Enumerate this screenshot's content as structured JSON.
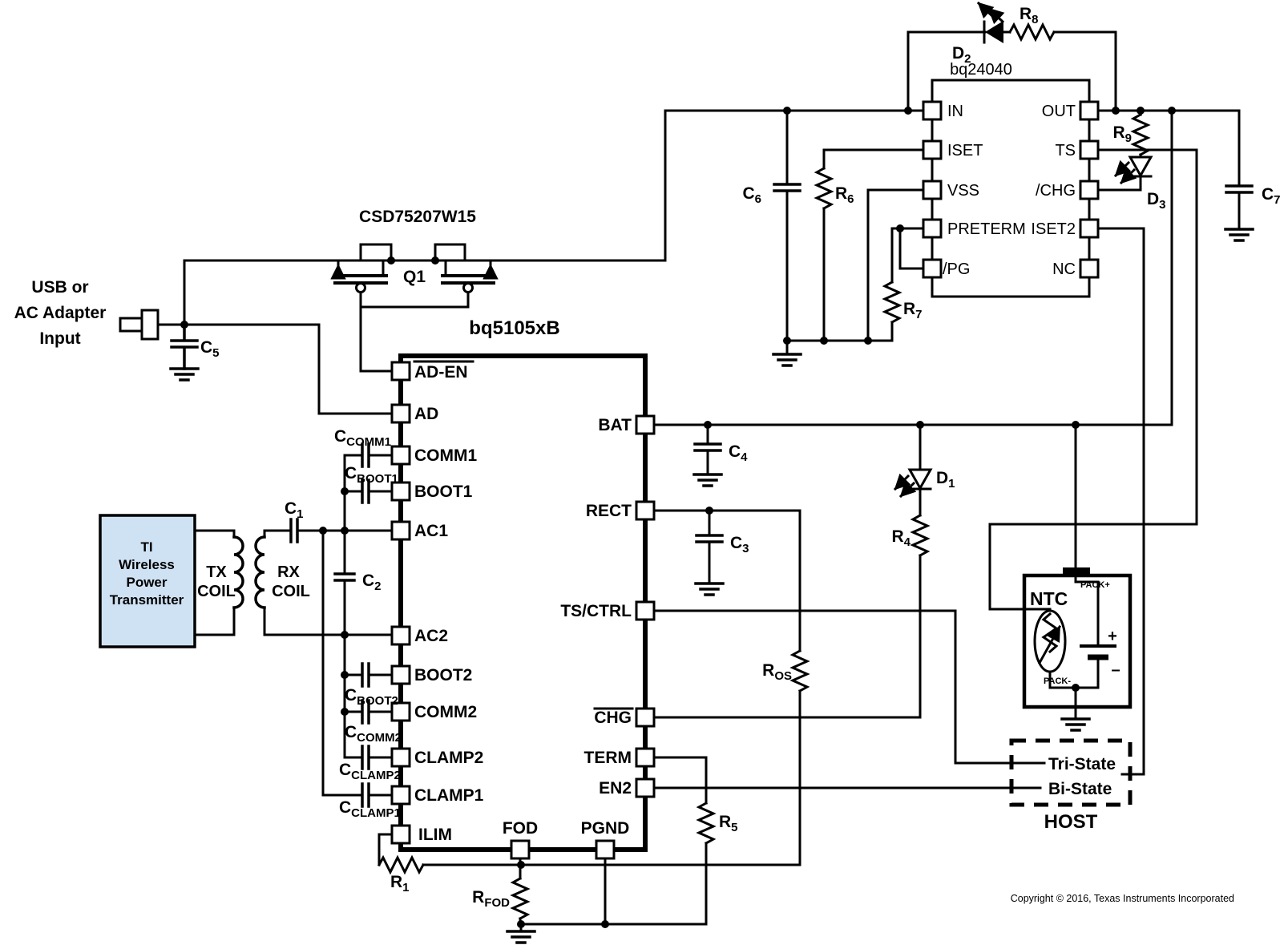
{
  "colors": {
    "ink": "#000000",
    "tx_box_fill": "#cfe2f3",
    "background": "#ffffff"
  },
  "input": {
    "line1": "USB or",
    "line2": "AC Adapter",
    "line3": "Input"
  },
  "tx_box": {
    "line1": "TI",
    "line2": "Wireless",
    "line3": "Power",
    "line4": "Transmitter"
  },
  "coils": {
    "tx1": "TX",
    "tx2": "COIL",
    "rx1": "RX",
    "rx2": "COIL"
  },
  "q1": {
    "part": "CSD75207W15",
    "ref": "Q1"
  },
  "ic_rx": {
    "part": "bq5105xB",
    "pins": {
      "ad_en": "AD-EN",
      "ad": "AD",
      "comm1": "COMM1",
      "boot1": "BOOT1",
      "ac1": "AC1",
      "ac2": "AC2",
      "boot2": "BOOT2",
      "comm2": "COMM2",
      "clamp2": "CLAMP2",
      "clamp1": "CLAMP1",
      "ilim": "ILIM",
      "fod": "FOD",
      "pgnd": "PGND",
      "bat": "BAT",
      "rect": "RECT",
      "ts_ctrl": "TS/CTRL",
      "chg": "CHG",
      "term": "TERM",
      "en2": "EN2"
    }
  },
  "ic_chg": {
    "part": "bq24040",
    "pins": {
      "in": "IN",
      "iset": "ISET",
      "vss": "VSS",
      "preterm": "PRETERM",
      "pg": "/PG",
      "out": "OUT",
      "ts": "TS",
      "chgn": "/CHG",
      "iset2": "ISET2",
      "nc": "NC"
    }
  },
  "components": {
    "c1": {
      "p": "C",
      "s": "1"
    },
    "c2": {
      "p": "C",
      "s": "2"
    },
    "c3": {
      "p": "C",
      "s": "3"
    },
    "c4": {
      "p": "C",
      "s": "4"
    },
    "c5": {
      "p": "C",
      "s": "5"
    },
    "c6": {
      "p": "C",
      "s": "6"
    },
    "c7": {
      "p": "C",
      "s": "7"
    },
    "r1": {
      "p": "R",
      "s": "1"
    },
    "r4": {
      "p": "R",
      "s": "4"
    },
    "r5": {
      "p": "R",
      "s": "5"
    },
    "r6": {
      "p": "R",
      "s": "6"
    },
    "r7": {
      "p": "R",
      "s": "7"
    },
    "r8": {
      "p": "R",
      "s": "8"
    },
    "r9": {
      "p": "R",
      "s": "9"
    },
    "r_fod": {
      "p": "R",
      "s": "FOD"
    },
    "r_os": {
      "p": "R",
      "s": "OS"
    },
    "d1": {
      "p": "D",
      "s": "1"
    },
    "d2": {
      "p": "D",
      "s": "2"
    },
    "d3": {
      "p": "D",
      "s": "3"
    },
    "c_comm1": {
      "p": "C",
      "s": "COMM1"
    },
    "c_boot1": {
      "p": "C",
      "s": "BOOT1"
    },
    "c_boot2": {
      "p": "C",
      "s": "BOOT2"
    },
    "c_comm2": {
      "p": "C",
      "s": "COMM2"
    },
    "c_clamp2": {
      "p": "C",
      "s": "CLAMP2"
    },
    "c_clamp1": {
      "p": "C",
      "s": "CLAMP1"
    }
  },
  "ntc": {
    "title": "NTC",
    "pack_plus": "PACK+",
    "pack_minus": "PACK-",
    "plus": "+",
    "minus": "–"
  },
  "host": {
    "tri": "Tri-State",
    "bi": "Bi-State",
    "title": "HOST"
  },
  "footer": {
    "copyright": "Copyright © 2016, Texas Instruments Incorporated"
  }
}
